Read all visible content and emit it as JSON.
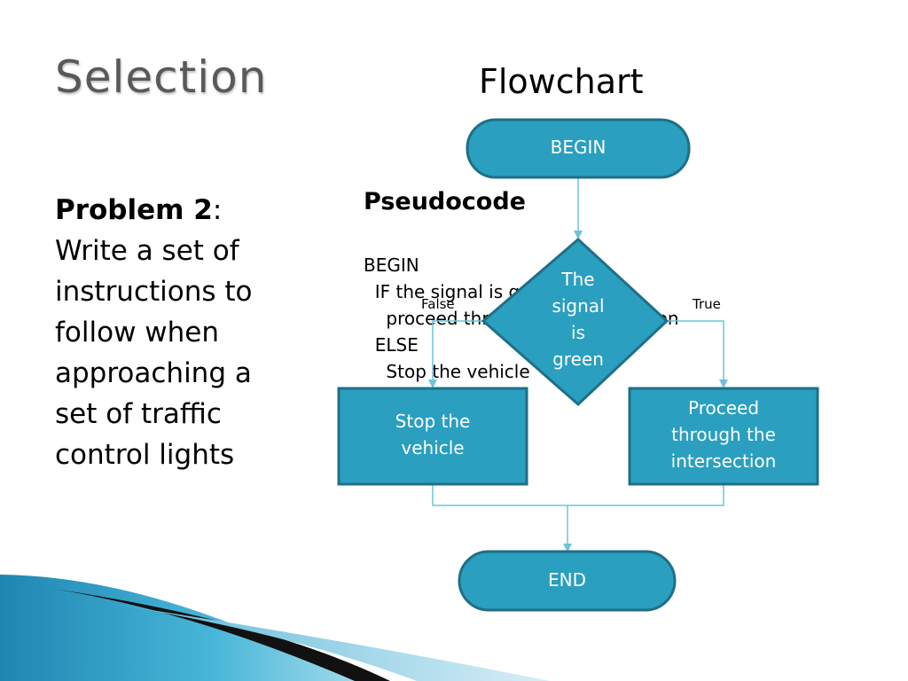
{
  "slide": {
    "title": "Selection",
    "flowchart_heading": "Flowchart",
    "problem": {
      "label": "Problem 2",
      "colon": ":",
      "lines": [
        "Write a set of",
        "instructions to",
        "follow when",
        "approaching a",
        "set of traffic",
        "control lights"
      ]
    },
    "pseudocode": {
      "heading": "Pseudocode",
      "lines": [
        "BEGIN",
        "  IF the signal is green THEN",
        "    proceed through the intersection",
        "  ELSE",
        "    Stop the vehicle"
      ]
    }
  },
  "flowchart": {
    "begin": "BEGIN",
    "decision": [
      "The",
      "signal",
      "is",
      "green"
    ],
    "false_label": "False",
    "true_label": "True",
    "false_action": [
      "Stop the",
      "vehicle"
    ],
    "true_action": [
      "Proceed",
      "through the",
      "intersection"
    ],
    "end": "END"
  },
  "colors": {
    "node_fill": "#2a9fbf",
    "node_stroke": "#1f6f86",
    "connector": "#6fc3da",
    "title_gray": "#595959"
  }
}
